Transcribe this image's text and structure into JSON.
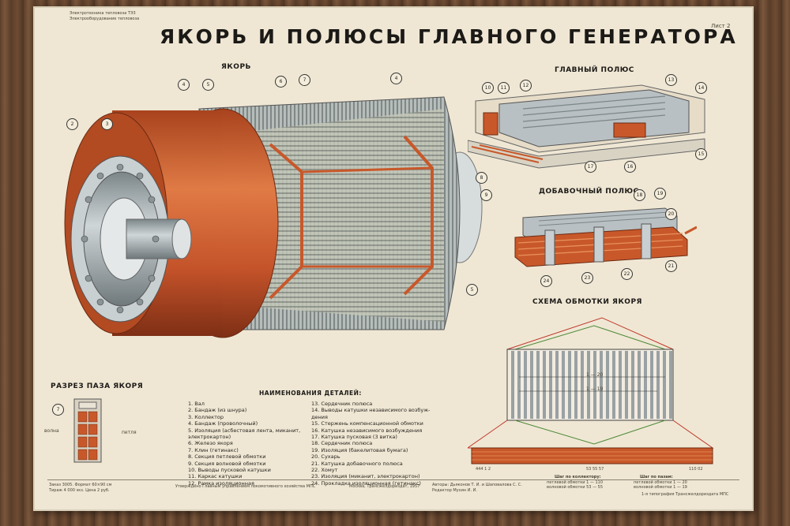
{
  "header": {
    "org_line1": "Электротехника тепловоза ТЭ3",
    "org_line2": "Электрооборудование тепловоза",
    "title": "ЯКОРЬ И ПОЛЮСЫ ГЛАВНОГО ГЕНЕРАТОРА",
    "sheet": "Лист 2"
  },
  "sections": {
    "armature": "ЯКОРЬ",
    "main_pole": "ГЛАВНЫЙ ПОЛЮС",
    "aux_pole": "ДОБАВОЧНЫЙ ПОЛЮС",
    "winding_scheme": "СХЕМА ОБМОТКИ ЯКОРЯ",
    "slot_section": "РАЗРЕЗ ПАЗА ЯКОРЯ",
    "parts_title": "НАИМЕНОВАНИЯ ДЕТАЛЕЙ:"
  },
  "callouts": {
    "armature": [
      "2",
      "3",
      "4",
      "5",
      "6",
      "7",
      "4",
      "8",
      "9",
      "5"
    ],
    "main_pole": [
      "10",
      "11",
      "12",
      "13",
      "14",
      "17",
      "16",
      "15"
    ],
    "aux_pole": [
      "18",
      "19",
      "20",
      "21",
      "22",
      "23",
      "24"
    ],
    "slot": [
      "7"
    ]
  },
  "slot_labels": {
    "left": "волна",
    "right": "петля"
  },
  "parts_left": [
    "1. Вал",
    "2. Бандаж (из шнура)",
    "3. Коллектор",
    "4. Бандаж (проволочный)",
    "5. Изоляция (асбестовая лента, миканит,",
    "    электрокартон)",
    "6. Железо якоря",
    "7. Клин (гетинакс)",
    "8. Секция петлевой обмотки",
    "9. Секция волновой обмотки",
    "10. Выводы пусковой катушки",
    "11. Каркас катушки",
    "12. Рамка изоляционная"
  ],
  "parts_right": [
    "13. Сердечник полюса",
    "14. Выводы катушки независимого возбуж-",
    "      дения",
    "15. Стержень компенсационной обмотки",
    "16. Катушка независимого возбуждения",
    "17. Катушка пусковая (3 витка)",
    "18. Сердечник полюса",
    "19. Изоляция (бакелитовая бумага)",
    "20. Сухарь",
    "21. Катушка добавочного полюса",
    "22. Хомут",
    "23. Изоляция (миканит, электрокартон)",
    "24. Прокладка изоляционная (гетинакс)"
  ],
  "scheme": {
    "dim1": "1 — 20",
    "dim2": "1 — 19",
    "bottom_left": "444 1 2",
    "bottom_mid": "53 55 57",
    "bottom_right": "110 02",
    "pitch_collector_title": "Шаг по коллектору:",
    "pitch_collector_1": "петлевой обмотки 1 — 110",
    "pitch_collector_2": "волновой обмотки 53 — 55",
    "pitch_slots_title": "Шаг по пазам:",
    "pitch_slots_1": "петлевой обмотки 1 — 20",
    "pitch_slots_2": "волновой обмотки 1 — 19"
  },
  "footer": {
    "left1": "Заказ 3005. Формат 60×90 см",
    "left2": "Тираж 4 000 экз. Цена 2 руб.",
    "center_left": "Утверждено Главным управлением локомотивного хозяйства МПС",
    "center": "Москва, Трансжелдориздат, 1957",
    "right1": "Авторы: Дьяконов Т. И. и Шаповалова С. С.",
    "right2": "Редактор Мухин И. И.",
    "right3": "1-я типография Трансжелдориздата МПС"
  },
  "colors": {
    "copper": "#c8582a",
    "steel": "#a9b1b4",
    "paper": "#efe7d4",
    "line": "#c0392b",
    "green": "#4f8a3a"
  }
}
